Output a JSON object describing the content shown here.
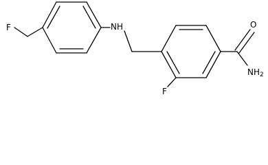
{
  "structure": {
    "atom_labels": {
      "fluorine_left": "F",
      "amine_nh": "NH",
      "fluorine_ring": "F",
      "carbonyl_oxygen": "O",
      "amide_nh2_main": "NH",
      "amide_nh2_sub": "2"
    },
    "colors": {
      "bond": "#000000",
      "label": "#000000",
      "background": "#ffffff"
    }
  }
}
